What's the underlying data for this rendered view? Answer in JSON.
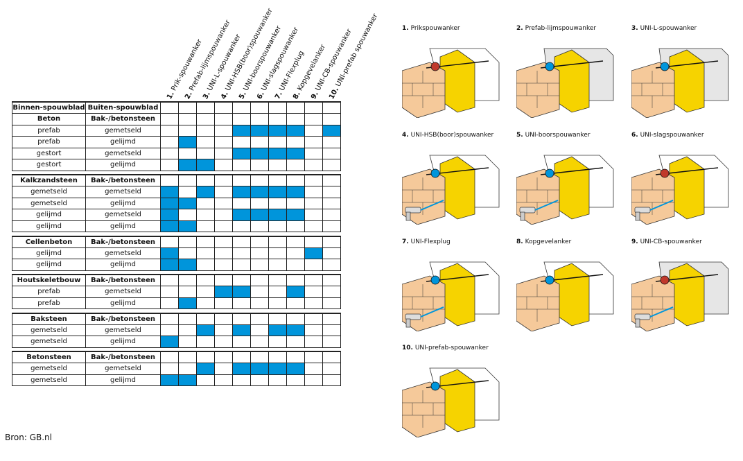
{
  "columns": [
    {
      "num": "1.",
      "label": "Prik-spouwanker"
    },
    {
      "num": "2.",
      "label": "Prefab-lijmspouwanker"
    },
    {
      "num": "3.",
      "label": "UNI-L-spouwanker"
    },
    {
      "num": "4.",
      "label": "UNI-HSB(boor)spouwanker"
    },
    {
      "num": "5.",
      "label": "UNI-boorspouwanker"
    },
    {
      "num": "6.",
      "label": "UNI-slagspouwanker"
    },
    {
      "num": "7.",
      "label": "UNI-Flexplug"
    },
    {
      "num": "8.",
      "label": "Kopgevelanker"
    },
    {
      "num": "9.",
      "label": "UNI-CB-spouwanker"
    },
    {
      "num": "10.",
      "label": "UNI-prefab spouwanker"
    }
  ],
  "table": {
    "header": {
      "inner": "Binnen-spouwblad",
      "outer": "Buiten-spouwblad"
    },
    "groups": [
      {
        "inner": "Beton",
        "outer": "Bak-/betonsteen",
        "rows": [
          {
            "inner": "prefab",
            "outer": "gemetseld",
            "on": [
              5,
              6,
              7,
              8,
              10
            ]
          },
          {
            "inner": "prefab",
            "outer": "gelijmd",
            "on": [
              2
            ]
          },
          {
            "inner": "gestort",
            "outer": "gemetseld",
            "on": [
              5,
              6,
              7,
              8
            ]
          },
          {
            "inner": "gestort",
            "outer": "gelijmd",
            "on": [
              2,
              3
            ]
          }
        ]
      },
      {
        "inner": "Kalkzandsteen",
        "outer": "Bak-/betonsteen",
        "rows": [
          {
            "inner": "gemetseld",
            "outer": "gemetseld",
            "on": [
              1,
              3,
              5,
              6,
              7,
              8
            ]
          },
          {
            "inner": "gemetseld",
            "outer": "gelijmd",
            "on": [
              1,
              2
            ]
          },
          {
            "inner": "gelijmd",
            "outer": "gemetseld",
            "on": [
              1,
              5,
              6,
              7,
              8
            ]
          },
          {
            "inner": "gelijmd",
            "outer": "gelijmd",
            "on": [
              1,
              2
            ]
          }
        ]
      },
      {
        "inner": "Cellenbeton",
        "outer": "Bak-/betonsteen",
        "rows": [
          {
            "inner": "gelijmd",
            "outer": "gemetseld",
            "on": [
              1,
              9
            ]
          },
          {
            "inner": "gelijmd",
            "outer": "gelijmd",
            "on": [
              1,
              2
            ]
          }
        ]
      },
      {
        "inner": "Houtskeletbouw",
        "outer": "Bak-/betonsteen",
        "rows": [
          {
            "inner": "prefab",
            "outer": "gemetseld",
            "on": [
              4,
              5,
              8
            ]
          },
          {
            "inner": "prefab",
            "outer": "gelijmd",
            "on": [
              2
            ]
          }
        ]
      },
      {
        "inner": "Baksteen",
        "outer": "Bak-/betonsteen",
        "rows": [
          {
            "inner": "gemetseld",
            "outer": "gemetseld",
            "on": [
              3,
              5,
              7,
              8
            ]
          },
          {
            "inner": "gemetseld",
            "outer": "gelijmd",
            "on": [
              1
            ]
          }
        ]
      },
      {
        "inner": "Betonsteen",
        "outer": "Bak-/betonsteen",
        "rows": [
          {
            "inner": "gemetseld",
            "outer": "gemetseld",
            "on": [
              3,
              5,
              6,
              7,
              8
            ]
          },
          {
            "inner": "gemetseld",
            "outer": "gelijmd",
            "on": [
              1,
              2
            ]
          }
        ]
      }
    ]
  },
  "illustrations": [
    {
      "num": "1.",
      "label": "Prikspouwanker"
    },
    {
      "num": "2.",
      "label": "Prefab-lijmspouwanker"
    },
    {
      "num": "3.",
      "label": "UNI-L-spouwanker"
    },
    {
      "num": "4.",
      "label": "UNI-HSB(boor)spouwanker"
    },
    {
      "num": "5.",
      "label": "UNI-boorspouwanker"
    },
    {
      "num": "6.",
      "label": "UNI-slagspouwanker"
    },
    {
      "num": "7.",
      "label": "UNI-Flexplug"
    },
    {
      "num": "8.",
      "label": "Kopgevelanker"
    },
    {
      "num": "9.",
      "label": "UNI-CB-spouwanker"
    },
    {
      "num": "10.",
      "label": "UNI-prefab-spouwanker"
    }
  ],
  "source": "Bron: GB.nl",
  "colors": {
    "on": "#0095db",
    "brick": "#f5c99a",
    "insulation": "#f6d300"
  }
}
